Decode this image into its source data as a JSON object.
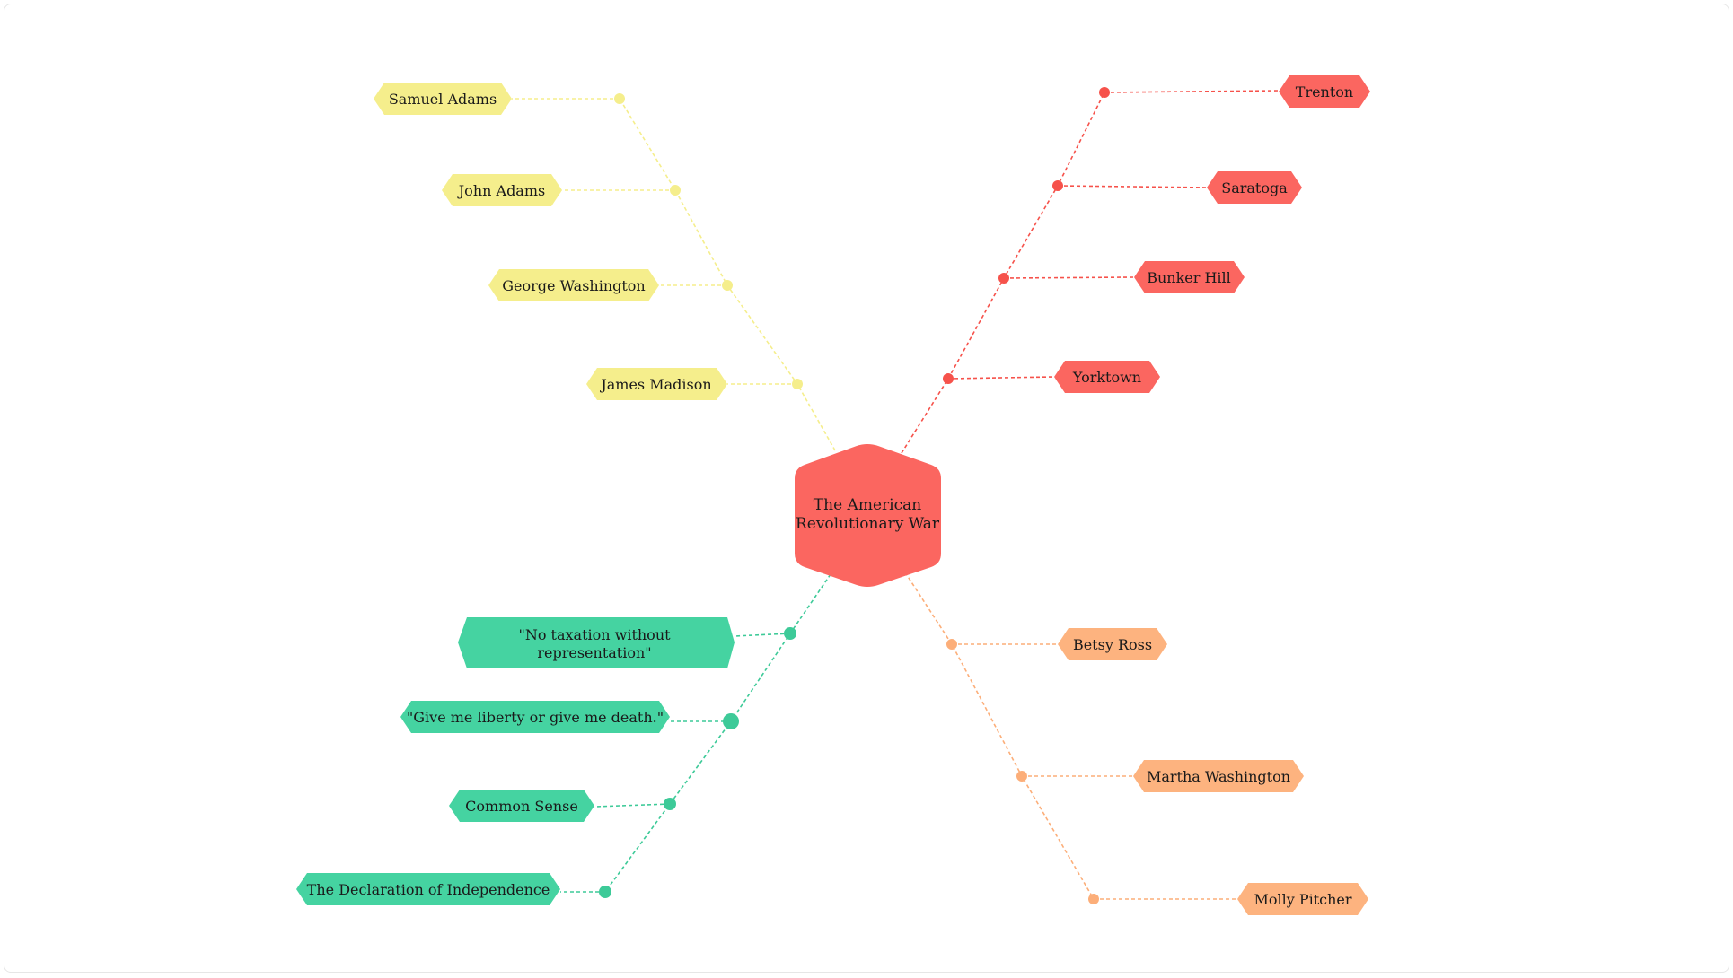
{
  "central_topic": {
    "lines": [
      "The American",
      "Revolutionary War"
    ],
    "color": "#fb6660"
  },
  "branches": {
    "founders": {
      "color": "#f5ee8c",
      "dot_color": "#f5ee8c",
      "items": [
        "Samuel Adams",
        "John Adams",
        "George Washington",
        "James Madison"
      ]
    },
    "battles": {
      "color": "#fb6660",
      "dot_color": "#f6524b",
      "items": [
        "Trenton",
        "Saratoga",
        "Bunker Hill",
        "Yorktown"
      ]
    },
    "documents": {
      "color": "#45d3a1",
      "dot_color": "#3dca98",
      "items": [
        [
          "\"No taxation without",
          "representation\""
        ],
        "\"Give me liberty or give me death.\"",
        "Common Sense",
        "The Declaration of Independence"
      ]
    },
    "women": {
      "color": "#fdb37f",
      "dot_color": "#fcae79",
      "items": [
        "Betsy Ross",
        "Martha Washington",
        "Molly Pitcher"
      ]
    }
  }
}
